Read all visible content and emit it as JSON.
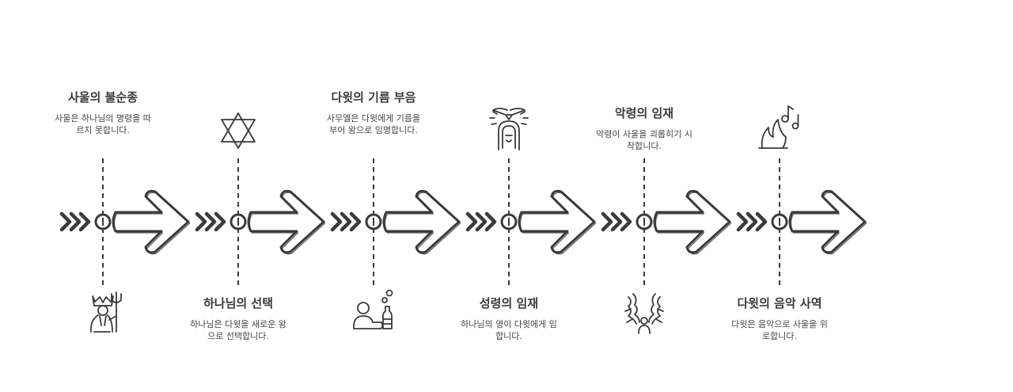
{
  "steps": [
    {
      "title": "사울의 불순종",
      "desc": "사울은 하나님의 명령을 따르지 못합니다.",
      "icon": "king-with-trident-icon",
      "text_pos": "top",
      "icon_pos": "bottom"
    },
    {
      "title": "하나님의 선택",
      "desc": "하나님은 다윗을 새로운 왕으로 선택합니다.",
      "icon": "star-of-david-icon",
      "text_pos": "bottom",
      "icon_pos": "top"
    },
    {
      "title": "다윗의 기름 부음",
      "desc": "사무엘은 다윗에게 기름을 부어 왕으로 임명합니다.",
      "icon": "anointing-oil-icon",
      "text_pos": "top",
      "icon_pos": "bottom"
    },
    {
      "title": "성령의 임재",
      "desc": "하나님의 영이 다윗에게 임합니다.",
      "icon": "dove-holy-spirit-icon",
      "text_pos": "bottom",
      "icon_pos": "top"
    },
    {
      "title": "악령의 임재",
      "desc": "악령이 사울을 괴롭히기 시작합니다.",
      "icon": "tormented-person-icon",
      "text_pos": "top",
      "icon_pos": "bottom"
    },
    {
      "title": "다윗의 음악 사역",
      "desc": "다윗은 음악으로 사울을 위로합니다.",
      "icon": "music-notes-fire-icon",
      "text_pos": "bottom",
      "icon_pos": "top"
    }
  ]
}
